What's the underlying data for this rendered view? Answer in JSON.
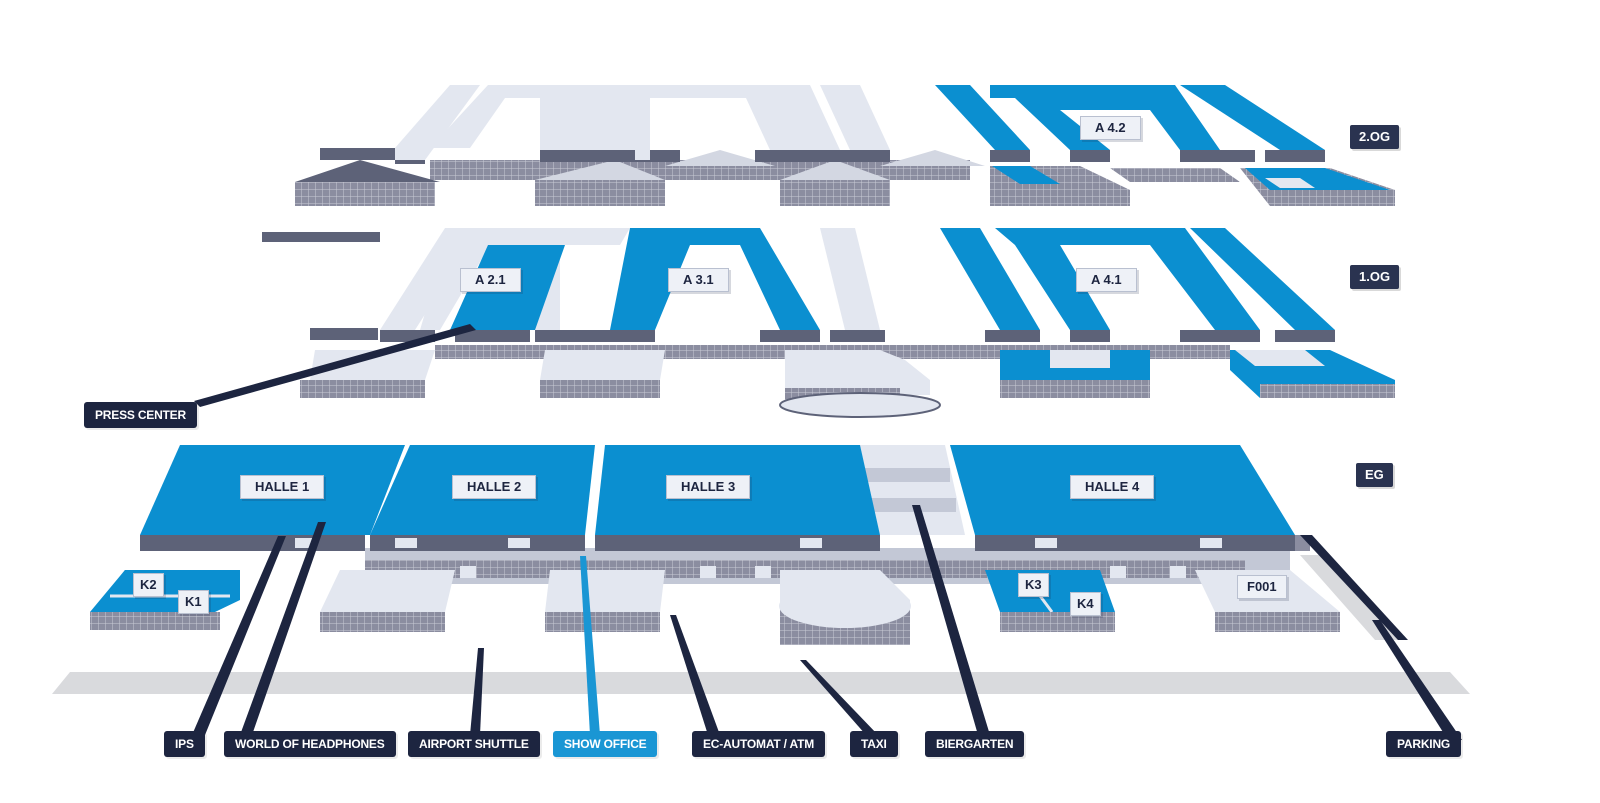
{
  "colors": {
    "hall_active": "#0b8fd0",
    "hall_inactive": "#e3e7f0",
    "side_dark": "#5d6278",
    "callout_dark": "#1d2540",
    "callout_accent": "#1a96d4",
    "ground": "#d9dadd"
  },
  "levels": {
    "l2": "2.OG",
    "l1": "1.OG",
    "l0": "EG"
  },
  "halls": {
    "halle1": "HALLE 1",
    "halle2": "HALLE 2",
    "halle3": "HALLE 3",
    "halle4": "HALLE 4",
    "a21": "A 2.1",
    "a31": "A 3.1",
    "a41": "A 4.1",
    "a42": "A 4.2",
    "k1": "K1",
    "k2": "K2",
    "k3": "K3",
    "k4": "K4",
    "f001": "F001"
  },
  "callouts": {
    "press_center": "PRESS CENTER",
    "ips": "IPS",
    "world_of_headphones": "WORLD OF HEADPHONES",
    "airport_shuttle": "AIRPORT SHUTTLE",
    "show_office": "SHOW OFFICE",
    "ec_automat": "EC-AUTOMAT / ATM",
    "taxi": "TAXI",
    "biergarten": "BIERGARTEN",
    "parking": "PARKING"
  }
}
